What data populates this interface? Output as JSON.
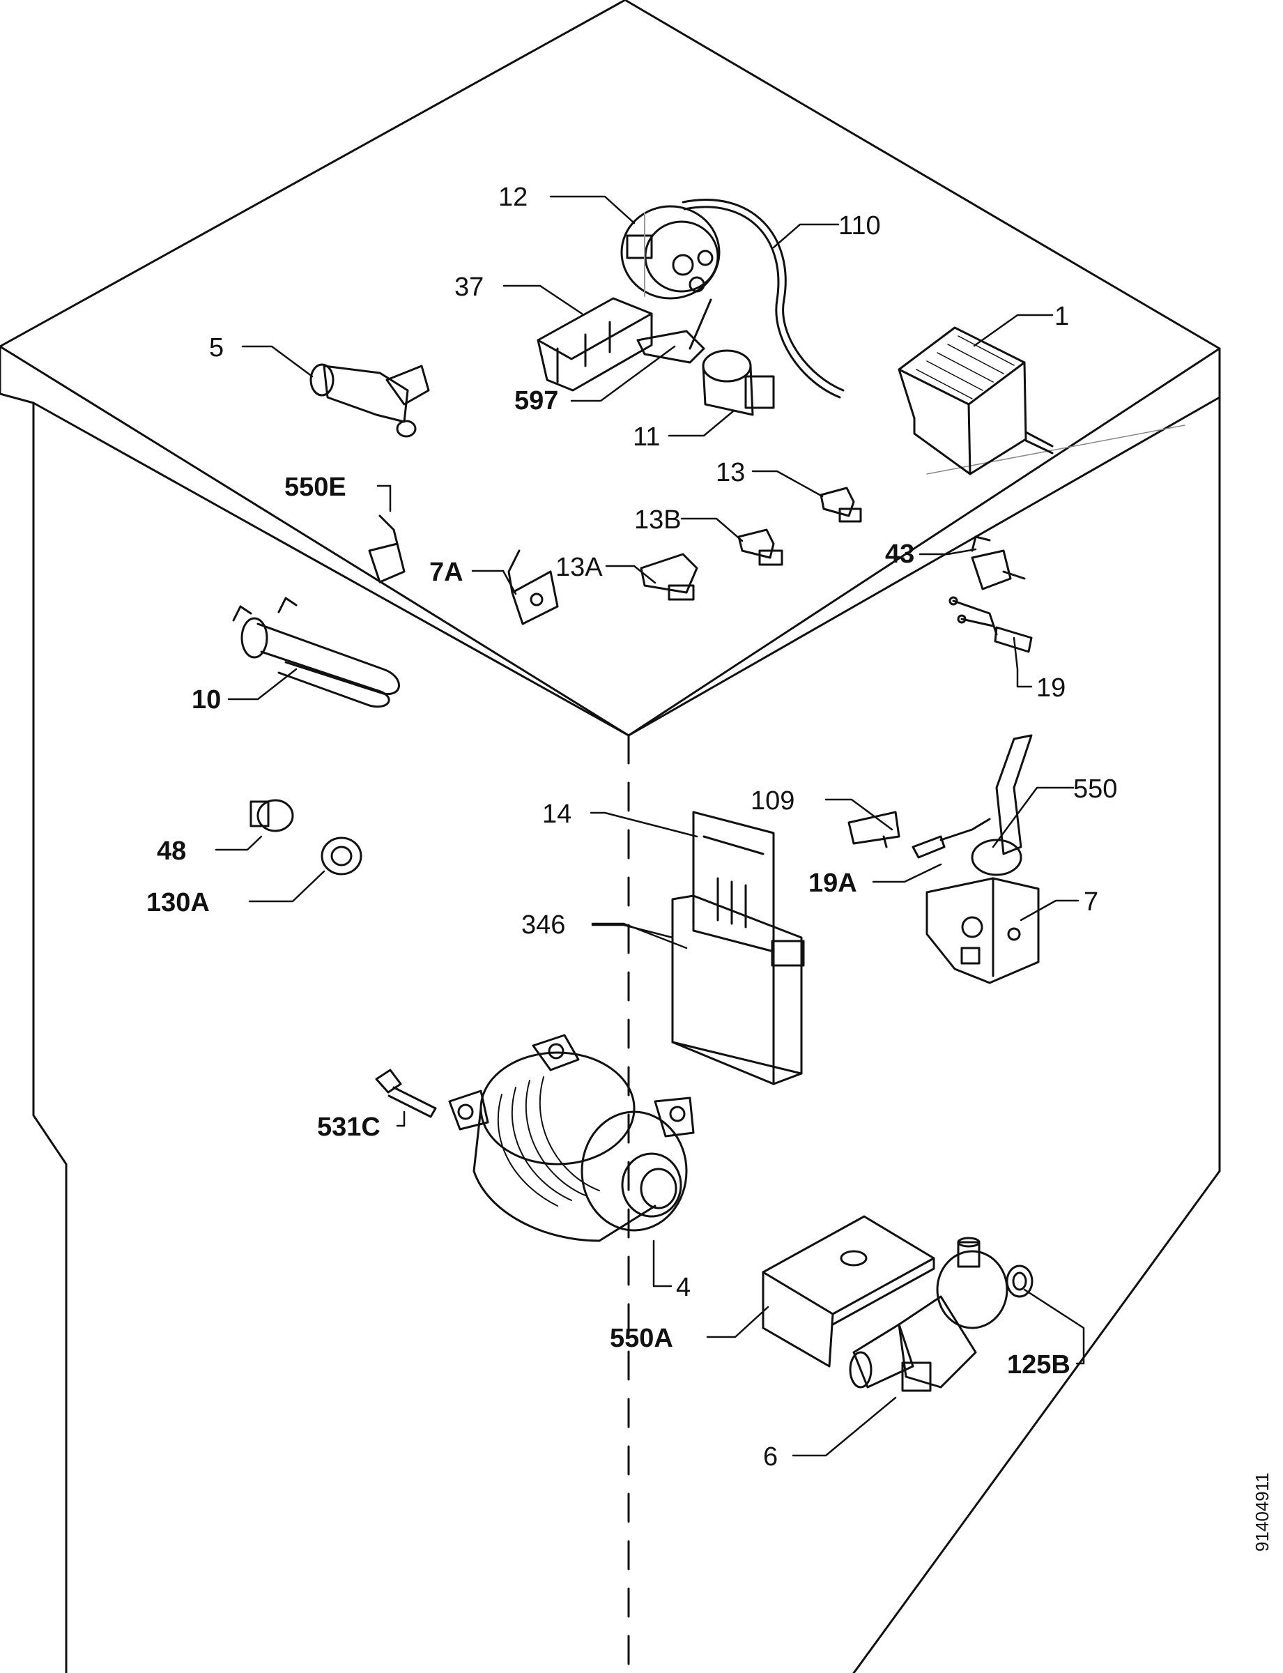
{
  "callouts": [
    {
      "id": "1",
      "label": "1"
    },
    {
      "id": "4",
      "label": "4"
    },
    {
      "id": "5",
      "label": "5"
    },
    {
      "id": "6",
      "label": "6"
    },
    {
      "id": "7",
      "label": "7"
    },
    {
      "id": "7A",
      "label": "7A"
    },
    {
      "id": "10",
      "label": "10"
    },
    {
      "id": "11",
      "label": "11"
    },
    {
      "id": "12",
      "label": "12"
    },
    {
      "id": "13",
      "label": "13"
    },
    {
      "id": "13A",
      "label": "13A"
    },
    {
      "id": "13B",
      "label": "13B"
    },
    {
      "id": "14",
      "label": "14"
    },
    {
      "id": "19",
      "label": "19"
    },
    {
      "id": "19A",
      "label": "19A"
    },
    {
      "id": "37",
      "label": "37"
    },
    {
      "id": "43",
      "label": "43"
    },
    {
      "id": "48",
      "label": "48"
    },
    {
      "id": "109",
      "label": "109"
    },
    {
      "id": "110",
      "label": "110"
    },
    {
      "id": "125B",
      "label": "125B"
    },
    {
      "id": "130A",
      "label": "130A"
    },
    {
      "id": "346",
      "label": "346"
    },
    {
      "id": "531C",
      "label": "531C"
    },
    {
      "id": "550",
      "label": "550"
    },
    {
      "id": "550A",
      "label": "550A"
    },
    {
      "id": "550E",
      "label": "550E"
    },
    {
      "id": "597",
      "label": "597"
    }
  ],
  "document_number": "91404911",
  "colors": {
    "line": "#111111",
    "background": "#ffffff"
  }
}
